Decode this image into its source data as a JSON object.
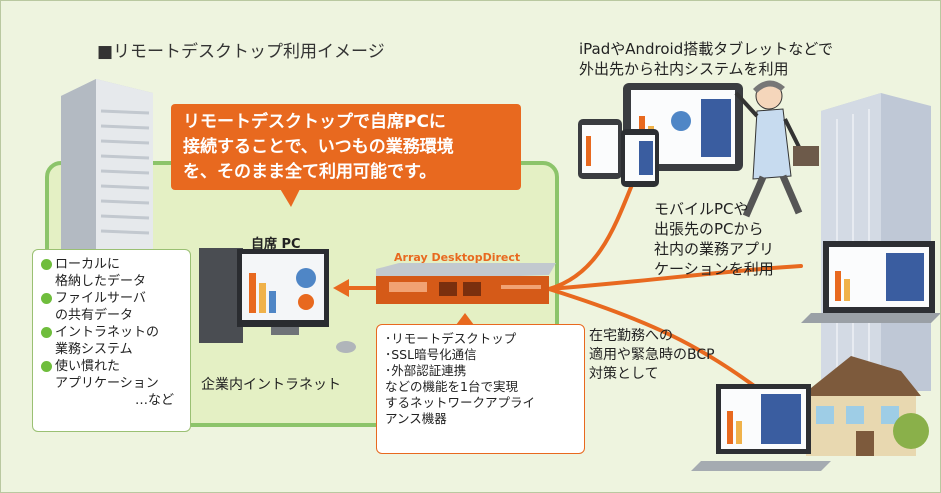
{
  "title": "■リモートデスクトップ利用イメージ",
  "callout": {
    "lines": [
      "リモートデスクトップで自席PCに",
      "接続することで、いつもの業務環境",
      "を、そのまま全て利用可能です。"
    ]
  },
  "pc_label": "自席 PC",
  "device_label": "Array DesktopDirect",
  "mobile_caption": [
    "iPadやAndroid搭載タブレットなどで",
    "外出先から社内システムを利用"
  ],
  "mobile_pc_caption": [
    "モバイルPCや",
    "出張先のPCから",
    "社内の業務アプリ",
    "ケーションを利用"
  ],
  "home_caption": [
    "在宅勤務への",
    "適用や緊急時のBCP",
    "対策として"
  ],
  "intranet_label": "企業内イントラネット",
  "data_box": {
    "items": [
      [
        "ローカルに",
        "格納したデータ"
      ],
      [
        "ファイルサーバ",
        "の共有データ"
      ],
      [
        "イントラネットの",
        "業務システム"
      ],
      [
        "使い慣れた",
        "アプリケーション"
      ]
    ],
    "etc": "…など"
  },
  "feature_box": {
    "lines": [
      "･リモートデスクトップ",
      "･SSL暗号化通信",
      "･外部認証連携",
      "などの機能を1台で実現",
      "するネットワークアプライ",
      "アンス機器"
    ]
  },
  "colors": {
    "orange": "#e8691f",
    "green_line": "#8cc46a",
    "intranet_fill": "#e4f0c4",
    "background": "#eef4df",
    "bullet_green": "#6fbd3c"
  }
}
